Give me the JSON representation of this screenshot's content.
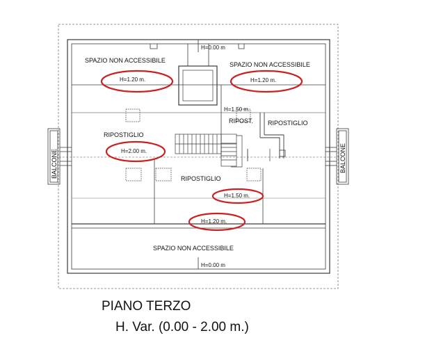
{
  "rooms": {
    "spazio_tl": "SPAZIO NON ACCESSIBILE",
    "spazio_tr": "SPAZIO NON ACCESSIBILE",
    "spazio_bottom": "SPAZIO NON ACCESSIBILE",
    "ripostiglio_left": "RIPOSTIGLIO",
    "ripostiglio_center": "RIPOSTIGLIO",
    "ripostiglio_right": "RIPOSTIGLIO",
    "ripost_small": "RIPOST."
  },
  "heights": {
    "top_center": "H=0.00 m",
    "tl": "H=1.20 m.",
    "tr": "H=1.20 m.",
    "left": "H=2.00 m.",
    "mid_right": "H=1.50 m.",
    "center_mid": "H=1.50 m.",
    "center_low": "H=1.20 m.",
    "bottom": "H=0.00 m"
  },
  "balconies": {
    "left": "BALCONE",
    "right": "BALCONE"
  },
  "caption": {
    "title": "PIANO TERZO",
    "subtitle": "H. Var. (0.00 - 2.00 m.)"
  },
  "colors": {
    "highlight": "#cc1f1f",
    "line": "#3a3a3a"
  }
}
